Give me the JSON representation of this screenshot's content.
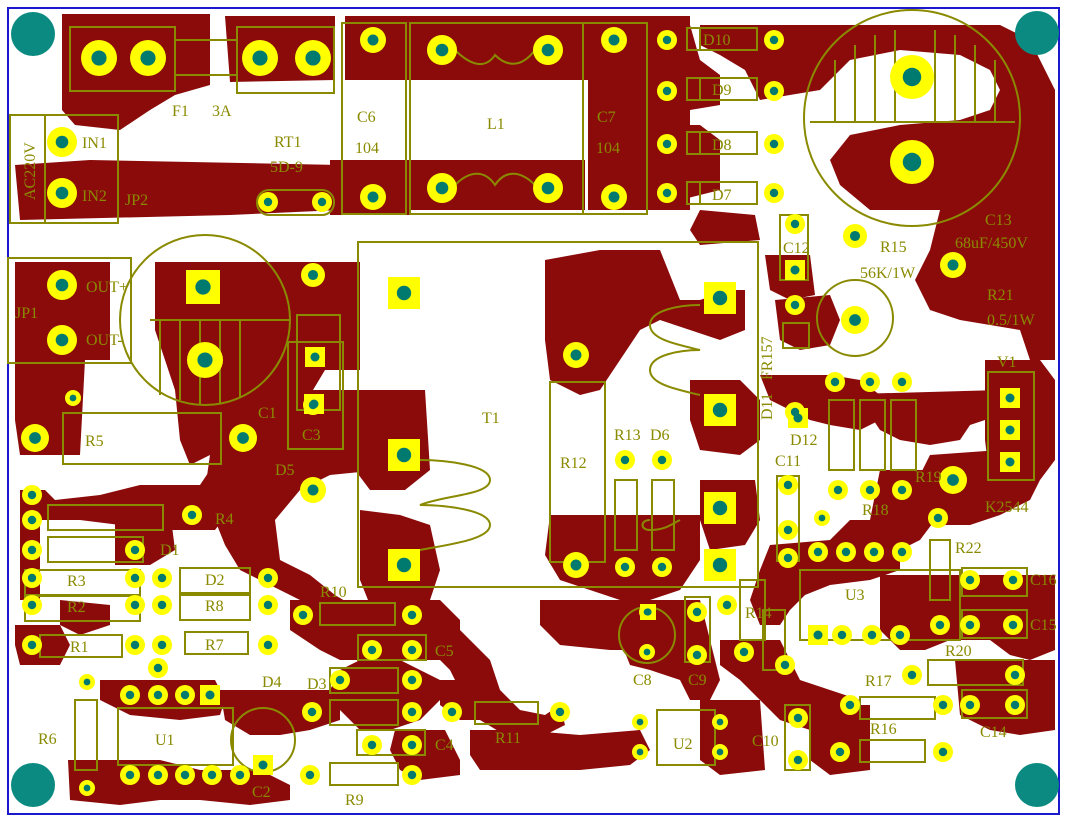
{
  "colors": {
    "background": "#ffffff",
    "border": "#1a1acc",
    "copper": "#8b0a0a",
    "silkscreen": "#8a8a00",
    "pad": "#ffff00",
    "drill": "#007a6e",
    "mount_hole": "#0a8a80"
  },
  "labels": {
    "F1": "F1",
    "3A": "3A",
    "IN1": "IN1",
    "IN2": "IN2",
    "AC220V": "AC220V",
    "JP2": "JP2",
    "RT1": "RT1",
    "5D9": "5D-9",
    "C6": "C6",
    "C6v": "104",
    "L1": "L1",
    "C7": "C7",
    "C7v": "104",
    "D10": "D10",
    "D9": "D9",
    "D8": "D8",
    "D7": "D7",
    "C13": "C13",
    "C13v": "68uF/450V",
    "C12": "C12",
    "R15": "R15",
    "R15v": "56K/1W",
    "R21": "R21",
    "R21v": "0.5/1W",
    "V1": "V1",
    "FR157": "FR157",
    "D11": "D11",
    "D12": "D12",
    "JP1": "JP1",
    "OUTP": "OUT+",
    "OUTM": "OUT-",
    "C1": "C1",
    "C3": "C3",
    "D5": "D5",
    "R5": "R5",
    "T1": "T1",
    "R12": "R12",
    "R13": "R13",
    "D6": "D6",
    "C11": "C11",
    "R18": "R18",
    "R19": "R19",
    "K2544": "K2544",
    "R22": "R22",
    "R4": "R4",
    "D1": "D1",
    "R3": "R3",
    "R2": "R2",
    "D2": "D2",
    "R8": "R8",
    "R1": "R1",
    "R7": "R7",
    "R10": "R10",
    "C5": "C5",
    "D4": "D4",
    "D3": "D3",
    "R6": "R6",
    "U1": "U1",
    "C2": "C2",
    "R9": "R9",
    "C4": "C4",
    "R11": "R11",
    "U2": "U2",
    "C8": "C8",
    "C9": "C9",
    "R14": "R14",
    "U3": "U3",
    "C10": "C10",
    "C16": "C16",
    "C15": "C15",
    "R20": "R20",
    "R17": "R17",
    "R16": "R16",
    "C14": "C14"
  }
}
